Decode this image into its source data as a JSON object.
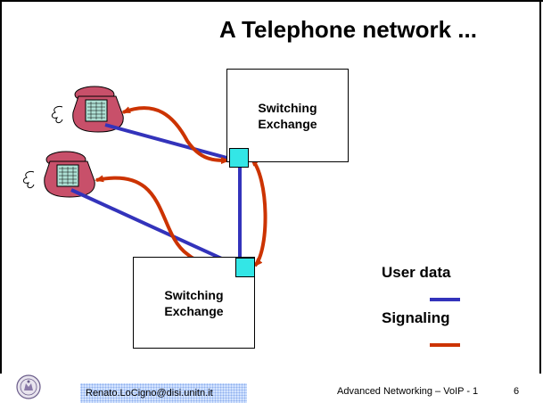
{
  "slide": {
    "title": "A Telephone network ...",
    "exchanges": [
      {
        "label": "Switching\nExchange"
      },
      {
        "label": "Switching\nExchange"
      }
    ],
    "legend": {
      "user_data": "User data",
      "signaling": "Signaling"
    },
    "footer": {
      "email": "Renato.LoCigno@disi.unitn.it",
      "course": "Advanced Networking – VoIP - 1",
      "page": "6"
    },
    "colors": {
      "user_data_line": "#3333bb",
      "signaling_arrow": "#cc3300",
      "port_fill": "#33e6e6",
      "phone_body": "#c8506a"
    },
    "icons": [
      "telephone-icon",
      "telephone-icon",
      "university-seal-icon"
    ]
  }
}
